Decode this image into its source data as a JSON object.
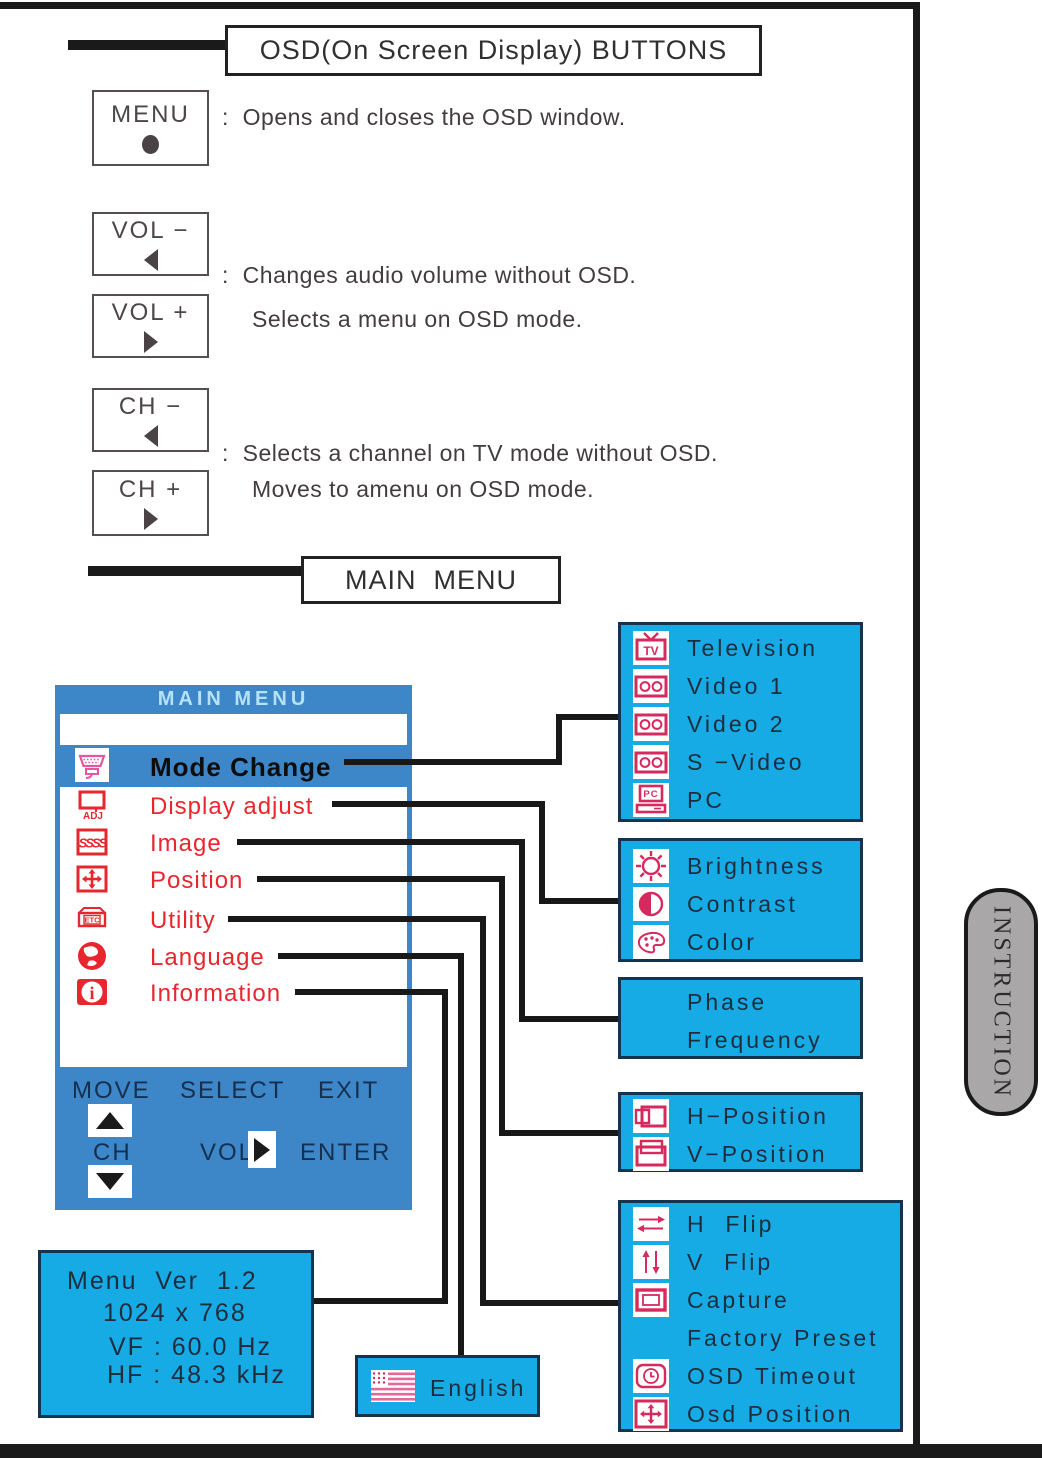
{
  "titles": {
    "osd_buttons": "OSD(On Screen Display) BUTTONS",
    "main_menu": "MAIN  MENU"
  },
  "side_tab": "INSTRUCTION",
  "buttons": {
    "menu": {
      "label": "MENU",
      "glyph_icon": "dot-icon"
    },
    "vol_minus": {
      "label": "VOL −",
      "glyph_icon": "left-triangle-icon"
    },
    "vol_plus": {
      "label": "VOL +",
      "glyph_icon": "right-triangle-icon"
    },
    "ch_minus": {
      "label": "CH −",
      "glyph_icon": "left-triangle-icon"
    },
    "ch_plus": {
      "label": "CH +",
      "glyph_icon": "right-triangle-icon"
    }
  },
  "descriptions": {
    "menu": ":  Opens and closes the OSD window.",
    "vol1": ":  Changes audio volume without OSD.",
    "vol2": "Selects a menu on OSD mode.",
    "ch1": ":  Selects a channel on TV mode without OSD.",
    "ch2": "Moves to amenu on OSD mode."
  },
  "osd": {
    "header": "MAIN MENU",
    "items": [
      {
        "label": "Mode Change",
        "icon": "mode-change-icon",
        "selected": true
      },
      {
        "label": "Display adjust",
        "icon": "display-adjust-icon"
      },
      {
        "label": "Image",
        "icon": "image-icon"
      },
      {
        "label": "Position",
        "icon": "position-icon"
      },
      {
        "label": "Utility",
        "icon": "utility-icon"
      },
      {
        "label": "Language",
        "icon": "language-icon"
      },
      {
        "label": "Information",
        "icon": "information-icon"
      }
    ],
    "footer": {
      "move": "MOVE",
      "select": "SELECT",
      "exit": "EXIT",
      "ch": "CH",
      "vol": "VOL",
      "enter": "ENTER"
    }
  },
  "submenus": {
    "source": [
      "Television",
      "Video 1",
      "Video 2",
      "S −Video",
      "PC"
    ],
    "picture": [
      "Brightness",
      "Contrast",
      "Color"
    ],
    "sync": [
      "Phase",
      "Frequency"
    ],
    "position": [
      "H−Position",
      "V−Position"
    ],
    "utility": [
      "H  Flip",
      "V  Flip",
      "Capture",
      "Factory Preset",
      "OSD Timeout",
      "Osd Position"
    ],
    "language": [
      "English"
    ],
    "information": [
      "Menu  Ver  1.2",
      "1024 x 768",
      "VF : 60.0 Hz",
      "HF : 48.3 kHz"
    ]
  },
  "colors": {
    "panel_blue": "#3d86c8",
    "callout_cyan": "#17abe5",
    "menu_red": "#e8262e",
    "icon_crimson": "#d62a5f",
    "icon_magenta": "#e655a0"
  }
}
